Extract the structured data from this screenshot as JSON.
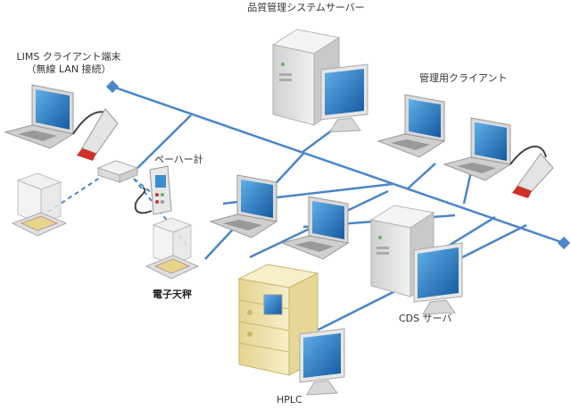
{
  "labels": {
    "quality_server": "品質管理システムサーバー",
    "lims_client_line1": "LIMS クライアント端末",
    "lims_client_line2": "（無線 LAN 接続）",
    "admin_client": "管理用クライアント",
    "ph_meter": "ペーハー計",
    "balance": "電子天秤",
    "cds_server": "CDS サーバ",
    "hplc": "HPLC"
  },
  "colors": {
    "network": "#4a86c8",
    "wireless": "#4a86c8",
    "screen": "#1f6fb4",
    "case_light": "#e4e4e4",
    "hplc_body": "#efe3a8"
  }
}
